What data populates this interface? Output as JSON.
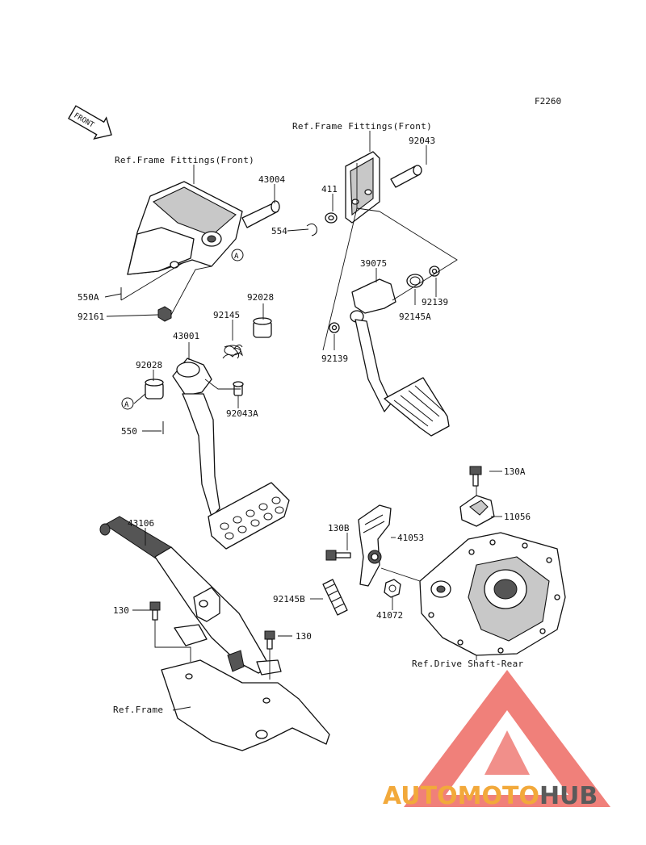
{
  "figure_code": "F2260",
  "front_arrow": "FRONT",
  "refs": {
    "frame_fittings_front_left": "Ref.Frame Fittings(Front)",
    "frame_fittings_front_right": "Ref.Frame Fittings(Front)",
    "drive_shaft_rear": "Ref.Drive Shaft-Rear",
    "frame": "Ref.Frame"
  },
  "parts": {
    "p43004": "43004",
    "p411": "411",
    "p92043": "92043",
    "p554": "554",
    "p39075": "39075",
    "p92139_top": "92139",
    "p92145A": "92145A",
    "p92139_left": "92139",
    "p550A": "550A",
    "p92161": "92161",
    "p92028_top": "92028",
    "p92145": "92145",
    "p43001": "43001",
    "p92028_left": "92028",
    "p92043A": "92043A",
    "p550": "550",
    "p130A": "130A",
    "p11056": "11056",
    "p130B": "130B",
    "p41053": "41053",
    "p92145B": "92145B",
    "p41072": "41072",
    "p43106": "43106",
    "p130_left": "130",
    "p130_right": "130"
  },
  "callout_a": "A",
  "watermark": {
    "part1": "AUTOMOTO",
    "part2": "HUB",
    "colors": {
      "accent": "#f2a93b",
      "hub": "#5a5a5a",
      "triangle": "#e8453c"
    }
  }
}
